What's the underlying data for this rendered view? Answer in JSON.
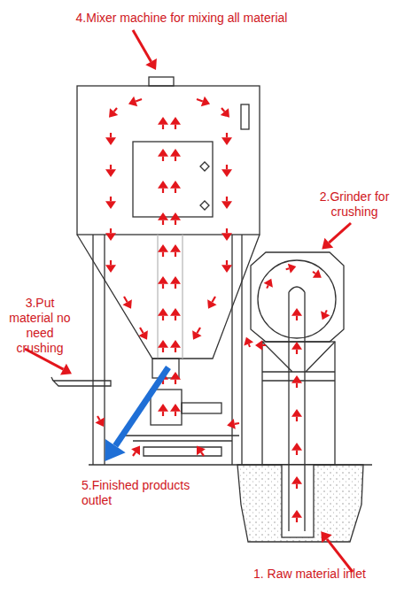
{
  "diagram": {
    "labels": [
      "4.Mixer machine for mixing all material",
      "2.Grinder for crushing",
      "3.Put material no need crushing",
      "5.Finished products outlet",
      "1. Raw material inlet"
    ]
  }
}
